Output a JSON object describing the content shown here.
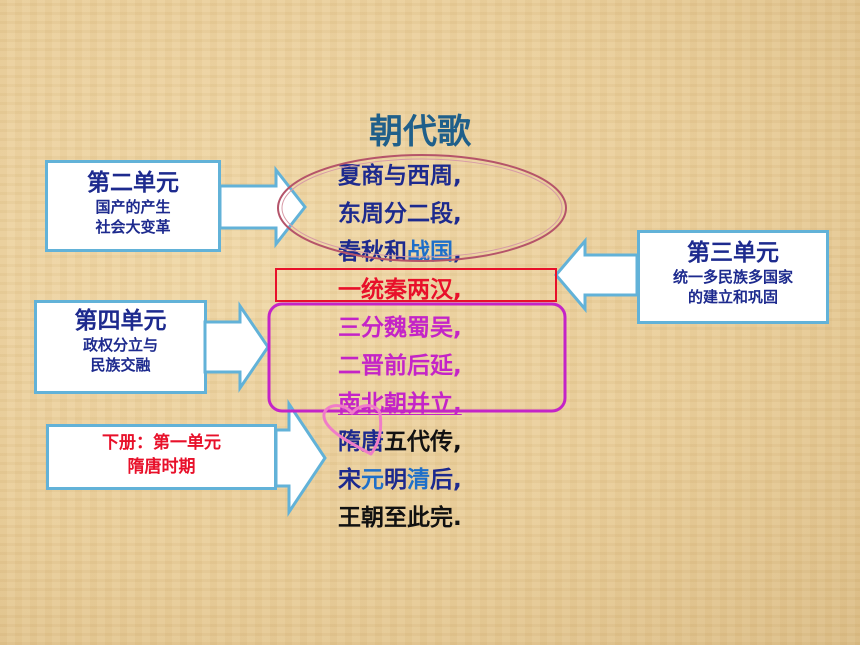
{
  "slide": {
    "title": "朝代歌",
    "poem": [
      {
        "segments": [
          {
            "text": "夏商与西周,",
            "color": "darkblue"
          }
        ]
      },
      {
        "segments": [
          {
            "text": "东周分二段,",
            "color": "darkblue"
          }
        ]
      },
      {
        "segments": [
          {
            "text": "春秋和",
            "color": "darkblue"
          },
          {
            "text": "战国",
            "color": "blue"
          },
          {
            "text": ",",
            "color": "darkblue"
          }
        ]
      },
      {
        "segments": [
          {
            "text": "一统秦两汉,",
            "color": "red",
            "underline": true
          }
        ]
      },
      {
        "segments": [
          {
            "text": "三分魏蜀吴,",
            "color": "magenta"
          }
        ]
      },
      {
        "segments": [
          {
            "text": "二晋前后延,",
            "color": "magenta"
          }
        ]
      },
      {
        "segments": [
          {
            "text": "南北朝并立,",
            "color": "magenta",
            "underline": true
          }
        ]
      },
      {
        "segments": [
          {
            "text": "隋唐",
            "color": "darkblue"
          },
          {
            "text": "五代传,",
            "color": "black"
          }
        ]
      },
      {
        "segments": [
          {
            "text": "宋",
            "color": "darkblue"
          },
          {
            "text": "元",
            "color": "blue"
          },
          {
            "text": "明",
            "color": "darkblue"
          },
          {
            "text": "清",
            "color": "blue"
          },
          {
            "text": "后,",
            "color": "darkblue"
          }
        ]
      },
      {
        "segments": [
          {
            "text": "王朝至此完.",
            "color": "black"
          }
        ]
      }
    ]
  },
  "unit2": {
    "title": "第二单元",
    "line1": "国产的产生",
    "line2": "社会大变革"
  },
  "unit3": {
    "title": "第三单元",
    "line1": "统一多民族多国家",
    "line2": "的建立和巩固"
  },
  "unit4": {
    "title": "第四单元",
    "line1": "政权分立与",
    "line2": "民族交融"
  },
  "volume2": {
    "line1": "下册：第一单元",
    "line2": "隋唐时期"
  },
  "colors": {
    "darkblue": "#1d2a8e",
    "blue": "#1e6fc9",
    "red": "#e8102a",
    "magenta": "#c424c7",
    "black": "#111111",
    "box_border": "#62b2d8",
    "arrow_border": "#62b2d8",
    "ellipse": "#b5546a",
    "rect_red": "#e8102a",
    "rect_magenta": "#c424c7",
    "heart": "#f07cc8"
  }
}
